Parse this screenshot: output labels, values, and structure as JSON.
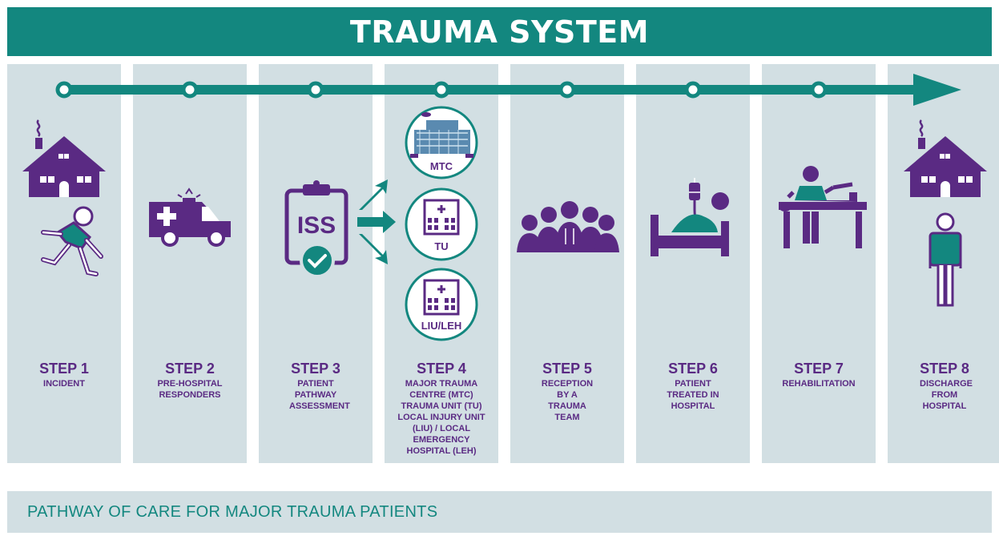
{
  "title": "TRAUMA SYSTEM",
  "footer_text": "PATHWAY OF CARE FOR MAJOR TRAUMA PATIENTS",
  "colors": {
    "teal": "#13877f",
    "purple": "#5a2a83",
    "panel": "#d2dfe3"
  },
  "steps": [
    {
      "num": "STEP 1",
      "desc": "INCIDENT",
      "icon": "house-falling-person-icon"
    },
    {
      "num": "STEP 2",
      "desc": "PRE-HOSPITAL RESPONDERS",
      "icon": "ambulance-icon"
    },
    {
      "num": "STEP 3",
      "desc": "PATIENT PATHWAY ASSESSMENT",
      "icon": "iss-clipboard-icon"
    },
    {
      "num": "STEP 4",
      "desc": "MAJOR TRAUMA CENTRE (MTC) TRAUMA UNIT (TU) LOCAL INJURY UNIT (LIU) / LOCAL EMERGENCY HOSPITAL (LEH)",
      "icon": "hospital-options-icon"
    },
    {
      "num": "STEP 5",
      "desc": "RECEPTION BY A TRAUMA TEAM",
      "icon": "medical-team-icon"
    },
    {
      "num": "STEP 6",
      "desc": "PATIENT TREATED IN HOSPITAL",
      "icon": "hospital-bed-icon"
    },
    {
      "num": "STEP 7",
      "desc": "REHABILITATION",
      "icon": "physiotherapy-icon"
    },
    {
      "num": "STEP 8",
      "desc": "DISCHARGE FROM HOSPITAL",
      "icon": "house-standing-person-icon"
    }
  ],
  "iss_label": "ISS",
  "hospital_labels": {
    "mtc": "MTC",
    "tu": "TU",
    "liu": "LIU/LEH"
  }
}
